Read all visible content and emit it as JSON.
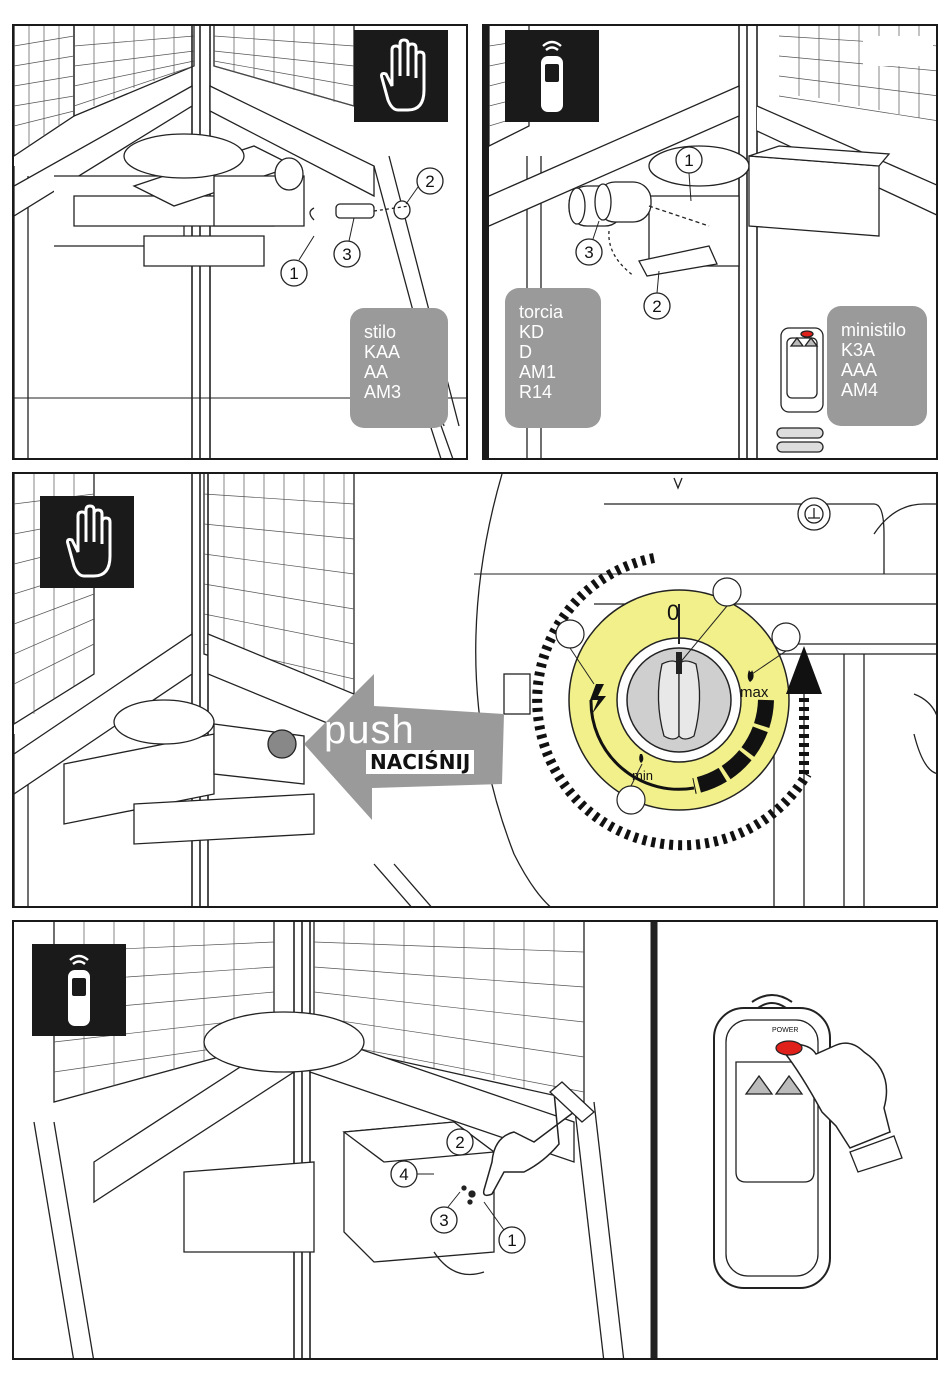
{
  "panel1": {
    "callouts": [
      "1",
      "2",
      "3"
    ],
    "battery_label": [
      "stilo",
      "KAA",
      "AA",
      "AM3"
    ],
    "mode_icon": "hand-icon"
  },
  "panel2": {
    "callouts": [
      "1",
      "2",
      "3"
    ],
    "battery_label_large": [
      "torcia",
      "KD",
      "D",
      "AM1",
      "R14"
    ],
    "battery_label_small": [
      "ministilo",
      "K3A",
      "AAA",
      "AM4"
    ],
    "mode_icon": "remote-control-icon"
  },
  "panel3": {
    "mode_icon": "hand-icon",
    "push_text": "push",
    "push_subtext": "NACIŚNIJ",
    "knob_labels": {
      "off": "0",
      "max": "max",
      "min": "min"
    },
    "accent_color": "#f2f08a"
  },
  "panel4": {
    "mode_icon": "remote-control-icon",
    "callouts": [
      "1",
      "2",
      "3",
      "4"
    ],
    "remote_button_label": "POWER",
    "power_button_color": "#e0201b"
  }
}
